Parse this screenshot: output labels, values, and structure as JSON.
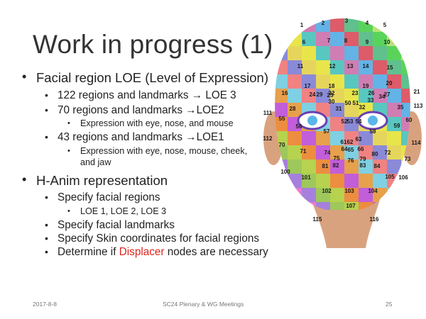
{
  "slide": {
    "title": "Work in progress (1)",
    "lines": [
      "Facial region LOE (Level of Expression)",
      "122 regions and landmarks → LOE 3",
      "70 regions and landmarks →LOE2",
      "Expression with eye, nose, and mouse",
      "43 regions and landmarks →LOE1",
      "Expression with eye, nose, mouse, cheek,",
      "and jaw",
      "H-Anim representation",
      "Specify facial regions",
      "LOE 1, LOE 2, LOE 3",
      "Specify facial landmarks",
      "Specify Skin coordinates for facial regions",
      "Determine if ",
      "Displacer",
      " nodes are necessary"
    ],
    "bullet_char": "•",
    "highlight_color": "#e0231d"
  },
  "face": {
    "region_numbers": [
      "1",
      "2",
      "3",
      "4",
      "5",
      "6",
      "7",
      "8",
      "9",
      "10",
      "11",
      "12",
      "13",
      "14",
      "15",
      "16",
      "17",
      "18",
      "19",
      "20",
      "21",
      "22",
      "23",
      "24",
      "25",
      "26",
      "27",
      "28",
      "29",
      "30",
      "31",
      "32",
      "33",
      "34",
      "35",
      "50",
      "51",
      "52",
      "53",
      "54",
      "55",
      "56",
      "57",
      "58",
      "59",
      "60",
      "61",
      "62",
      "63",
      "64",
      "65",
      "66",
      "70",
      "71",
      "72",
      "73",
      "74",
      "75",
      "76",
      "79",
      "80",
      "81",
      "82",
      "83",
      "84",
      "100",
      "101",
      "102",
      "103",
      "104",
      "105",
      "106",
      "107",
      "111",
      "112",
      "113",
      "114",
      "115",
      "116"
    ],
    "colors": [
      "#e8e54a",
      "#63b3e6",
      "#5ad35b",
      "#e97ad0",
      "#b6d24f",
      "#e7a04b",
      "#8a8ad8",
      "#58c7c0",
      "#de5b69",
      "#b8e37a",
      "#a680dc",
      "#ed8d3f",
      "#7fd0e2",
      "#e6d55c",
      "#d07db3",
      "#60c08e",
      "#f0b06a",
      "#9ec85b",
      "#c25ed9",
      "#f08282"
    ],
    "skin_color": "#d9a27f"
  },
  "footer": {
    "date": "2017-8-8",
    "event": "SC24 Plenary & WG Meetings",
    "page": "25"
  }
}
